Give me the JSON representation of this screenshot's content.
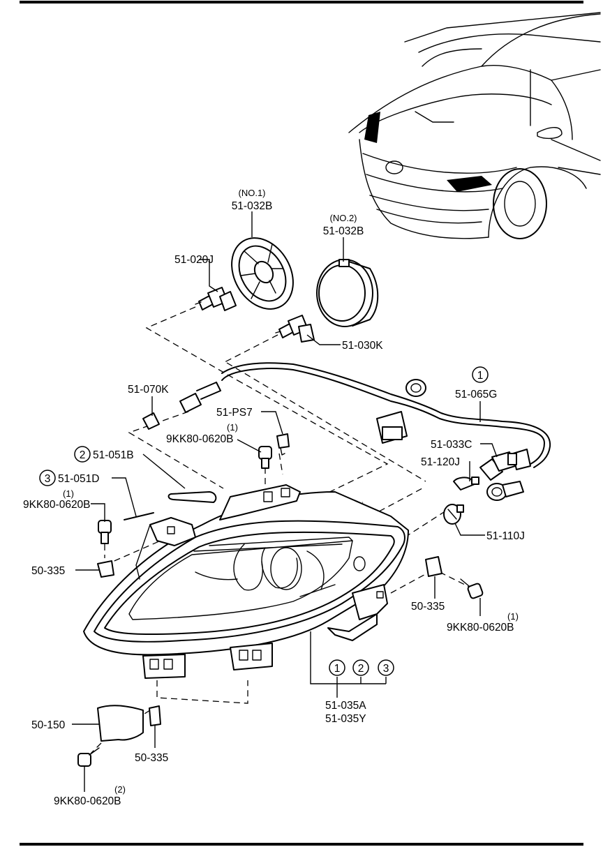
{
  "labels": {
    "l_no1": "(NO.1)",
    "l_032b_1": "51-032B",
    "l_no2": "(NO.2)",
    "l_032b_2": "51-032B",
    "l_020j": "51-020J",
    "l_030k": "51-030K",
    "l_070k": "51-070K",
    "l_065g": "51-065G",
    "l_ps7": "51-PS7",
    "l_q1a": "(1)",
    "l_9kk_a": "9KK80-0620B",
    "l_051b": "51-051B",
    "l_051d": "51-051D",
    "l_q1b": "(1)",
    "l_9kk_b": "9KK80-0620B",
    "l_033c": "51-033C",
    "l_120j": "51-120J",
    "l_110j": "51-110J",
    "l_335_l": "50-335",
    "l_335_r": "50-335",
    "l_q1c": "(1)",
    "l_9kk_c": "9KK80-0620B",
    "l_035a": "51-035A",
    "l_035y": "51-035Y",
    "l_150": "50-150",
    "l_335_b": "50-335",
    "l_q2": "(2)",
    "l_9kk_d": "9KK80-0620B"
  },
  "callouts": {
    "c_065g": "1",
    "c_051b": "2",
    "c_051d": "3",
    "c_035_1": "1",
    "c_035_2": "2",
    "c_035_3": "3"
  }
}
